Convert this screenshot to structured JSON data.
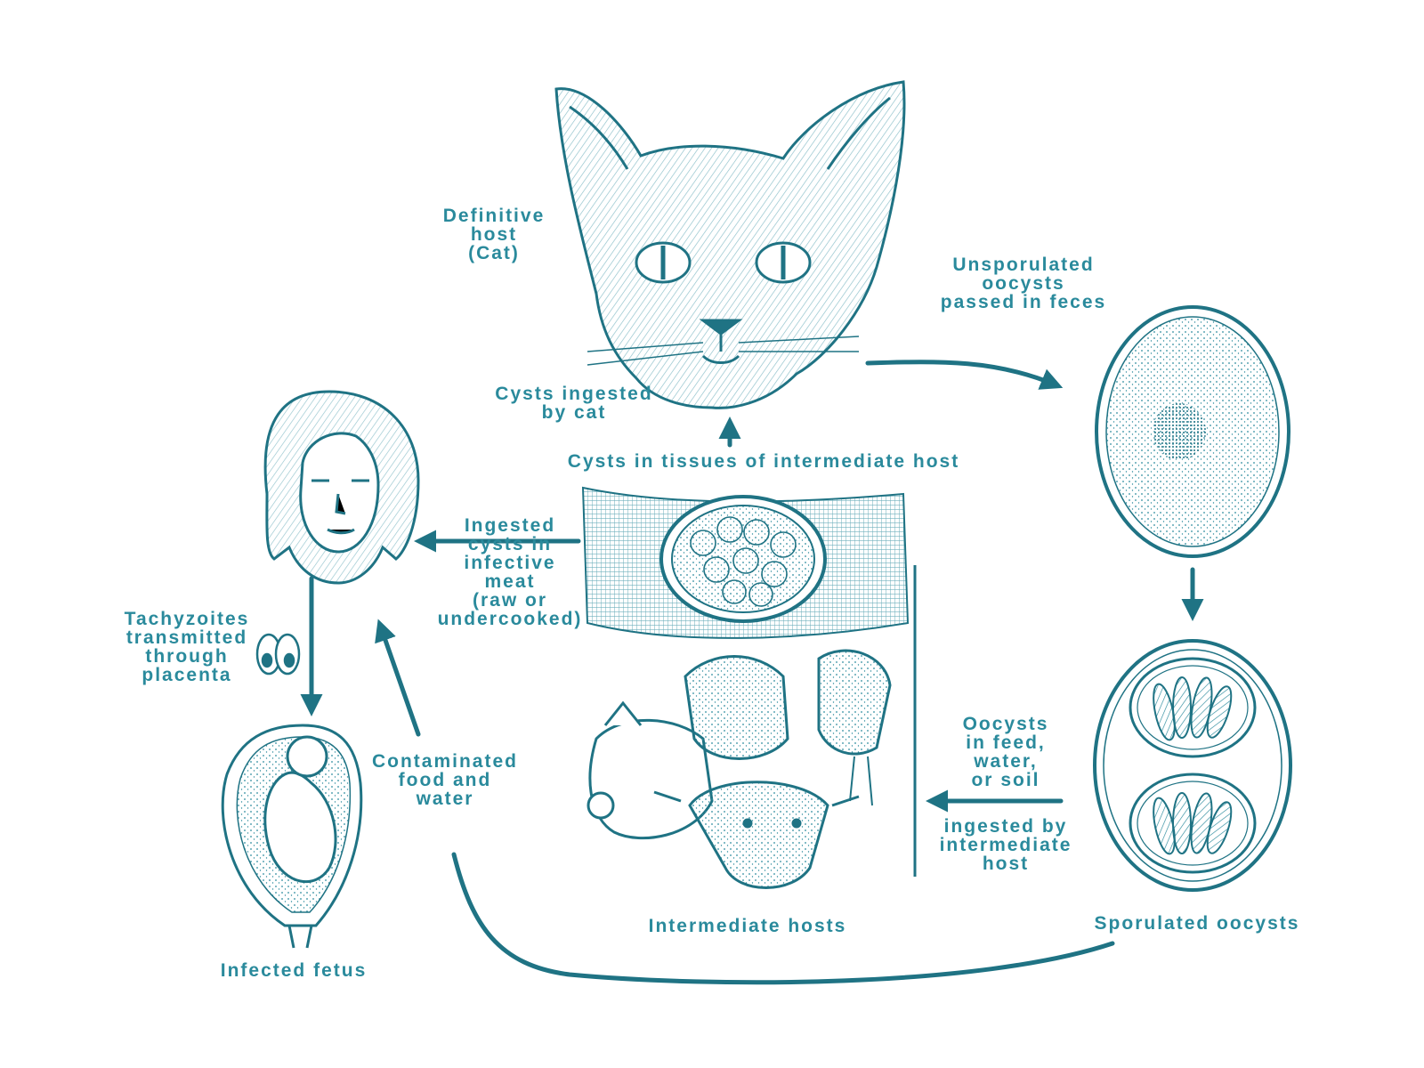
{
  "colors": {
    "ink": "#2a8a9c",
    "ink_dark": "#1f7384",
    "paper": "#ffffff"
  },
  "labels": {
    "definitive_host": [
      "Definitive",
      "host",
      "(Cat)"
    ],
    "unsporulated": [
      "Unsporulated",
      "oocysts",
      "passed in feces"
    ],
    "cysts_ingested_by_cat": [
      "Cysts ingested",
      "by cat"
    ],
    "cysts_in_tissues": "Cysts in tissues of intermediate host",
    "ingested_cysts_meat": [
      "Ingested",
      "cysts in",
      "infective",
      "meat",
      "(raw or",
      "undercooked)"
    ],
    "tachyzoites": [
      "Tachyzoites",
      "transmitted",
      "through",
      "placenta"
    ],
    "contaminated": [
      "Contaminated",
      "food and",
      "water"
    ],
    "oocysts_feed": [
      "Oocysts",
      "in feed,",
      "water,",
      "or soil"
    ],
    "ingested_by_intermediate": [
      "ingested by",
      "intermediate",
      "host"
    ],
    "intermediate_hosts": "Intermediate hosts",
    "sporulated_oocysts": "Sporulated oocysts",
    "infected_fetus": "Infected fetus"
  },
  "icons": [
    "cat-head-icon",
    "woman-head-icon",
    "fetus-icon",
    "unsporulated-oocyst-icon",
    "sporulated-oocyst-icon",
    "tissue-cyst-icon",
    "livestock-icon",
    "tachyzoite-icon"
  ]
}
